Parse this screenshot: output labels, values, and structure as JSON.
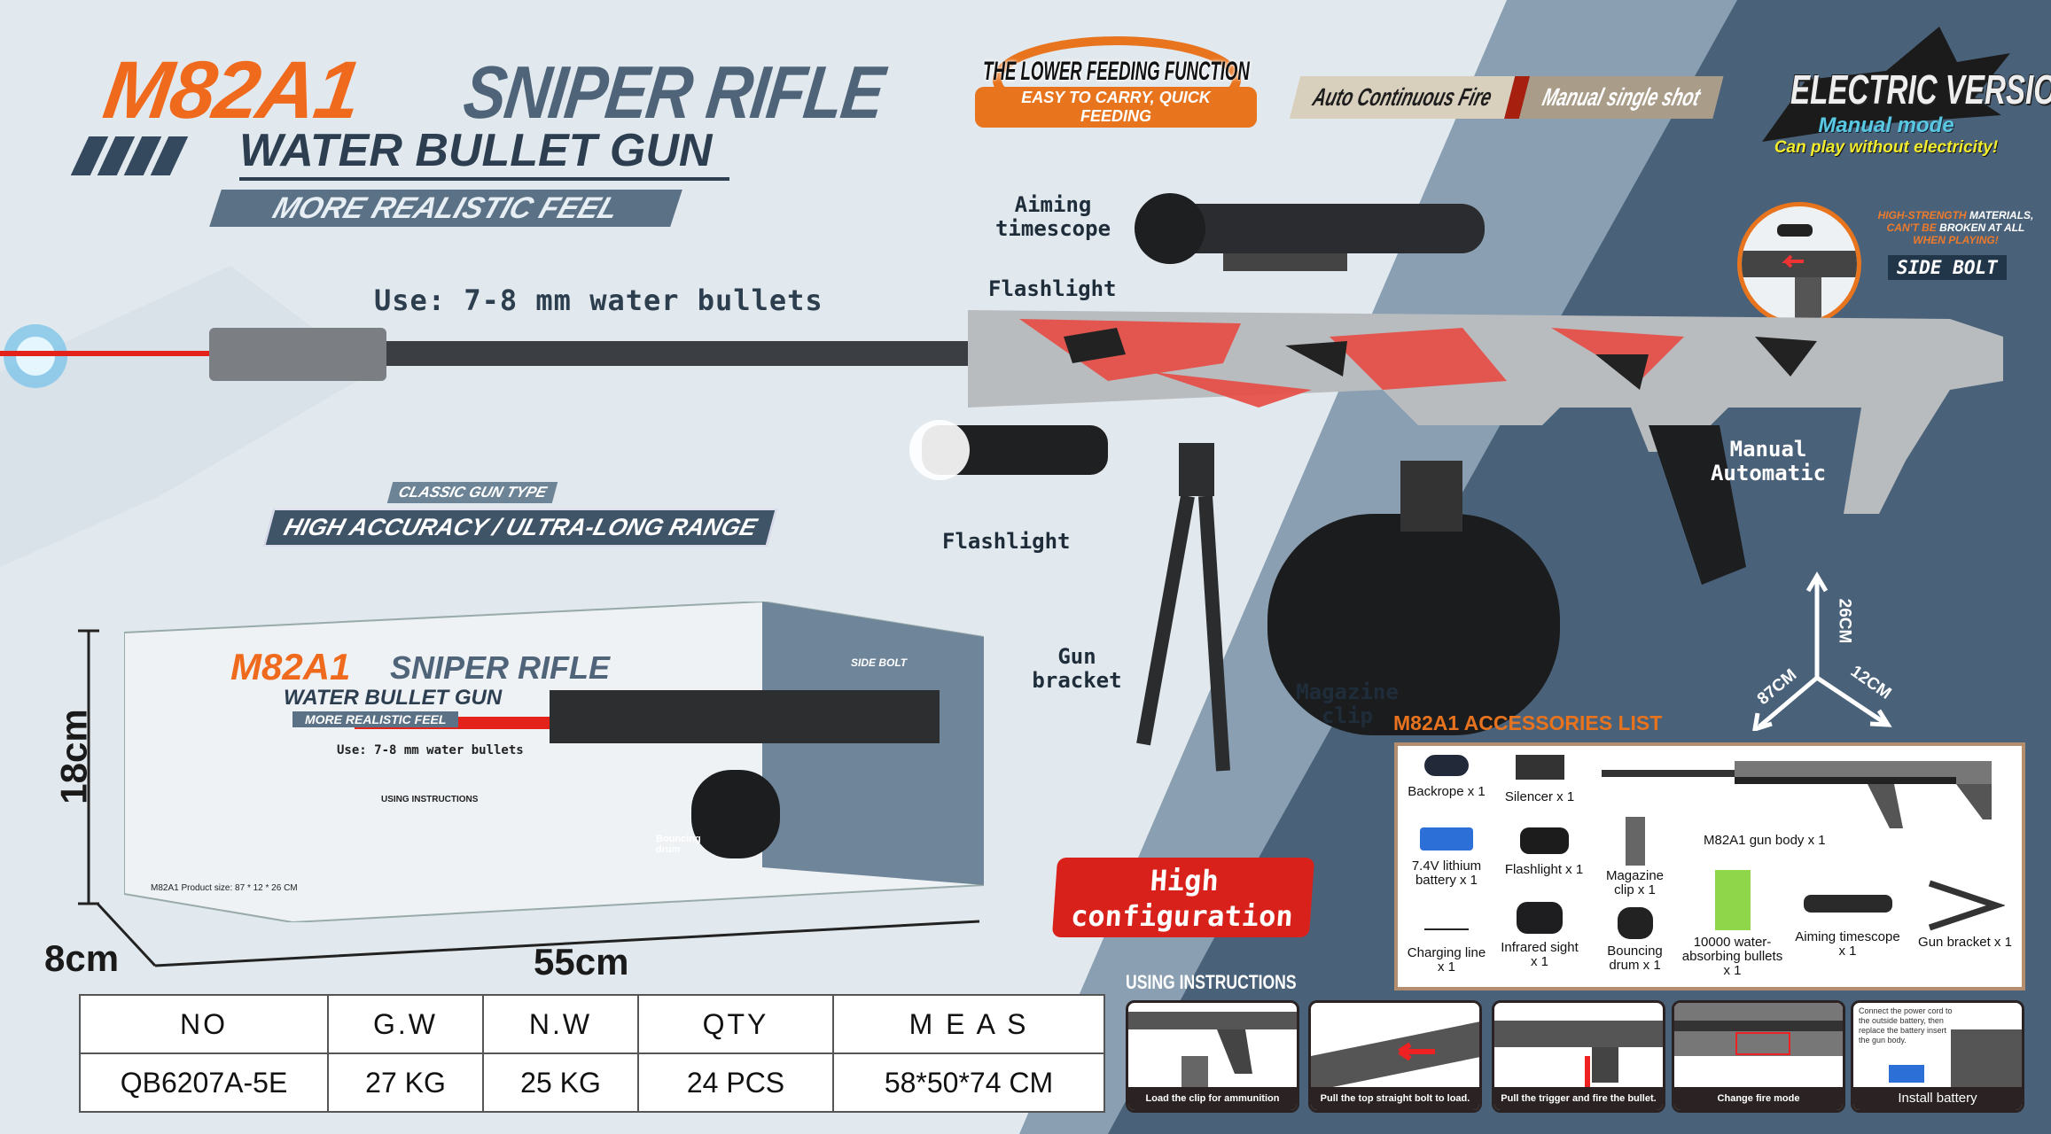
{
  "title": {
    "model": "M82A1",
    "name": "SNIPER RIFLE",
    "subtitle": "WATER BULLET GUN",
    "tagline": "MORE REALISTIC FEEL"
  },
  "use_text": "Use: 7-8 mm water bullets",
  "lower_feeding": {
    "title": "THE LOWER FEEDING FUNCTION",
    "sub": "EASY TO CARRY, QUICK FEEDING"
  },
  "fire_modes": {
    "auto": "Auto Continuous Fire",
    "manual": "Manual single shot"
  },
  "electric": {
    "title": "ELECTRIC VERSION",
    "mode": "Manual mode",
    "note": "Can play without electricity!"
  },
  "side_bolt": {
    "line1_hl": "HIGH-STRENGTH",
    "line1": "MATERIALS,",
    "line2_hl": "CAN'T BE",
    "line2": "BROKEN AT ALL",
    "line3": "WHEN PLAYING!",
    "tag": "SIDE BOLT"
  },
  "labels": {
    "timescope": "Aiming timescope",
    "flashlight_top": "Flashlight",
    "flashlight": "Flashlight",
    "gun_bracket": "Gun bracket",
    "magazine": "Magazine clip",
    "manual_auto": "Manual Automatic"
  },
  "classic": {
    "type": "CLASSIC GUN TYPE",
    "range": "HIGH ACCURACY / ULTRA-LONG RANGE"
  },
  "high_config": "High configuration",
  "box": {
    "model": "M82A1",
    "name": "SNIPER RIFLE",
    "subtitle": "WATER BULLET GUN",
    "tagline": "MORE REALISTIC FEEL",
    "use": "Use: 7-8 mm water bullets",
    "size": "M82A1 Product size: 87 * 12 * 26 CM",
    "instructions": "USING INSTRUCTIONS",
    "drum": "Bouncing drum",
    "side_bolt": "SIDE BOLT"
  },
  "dimensions": {
    "height": "18cm",
    "depth": "8cm",
    "width": "55cm"
  },
  "product_axes": {
    "height": "26CM",
    "length": "87CM",
    "width": "12CM"
  },
  "table": {
    "headers": [
      "NO",
      "G.W",
      "N.W",
      "QTY",
      "M E A S"
    ],
    "row": [
      "QB6207A-5E",
      "27 KG",
      "25 KG",
      "24 PCS",
      "58*50*74 CM"
    ]
  },
  "accessories": {
    "title": "M82A1 ACCESSORIES LIST",
    "items": [
      "Backrope x 1",
      "Silencer x 1",
      "M82A1 gun body x 1",
      "7.4V lithium battery x 1",
      "Flashlight x 1",
      "Magazine clip x 1",
      "Charging line x 1",
      "Infrared sight x 1",
      "Bouncing drum x 1",
      "10000 water-absorbing bullets x 1",
      "Aiming timescope x 1",
      "Gun bracket x 1"
    ]
  },
  "instructions": {
    "title": "USING INSTRUCTIONS",
    "steps": [
      "Load the clip for ammunition supply.",
      "Pull the top straight bolt to load.",
      "Pull the trigger and fire the bullet.",
      "Change fire mode",
      "Install battery"
    ],
    "battery_note": "Connect the power cord to the outside battery, then replace the battery insert the gun body."
  },
  "colors": {
    "orange": "#f06a1e",
    "slate": "#4f6478",
    "red": "#d9211b",
    "dark_bg": "#4a6279"
  }
}
